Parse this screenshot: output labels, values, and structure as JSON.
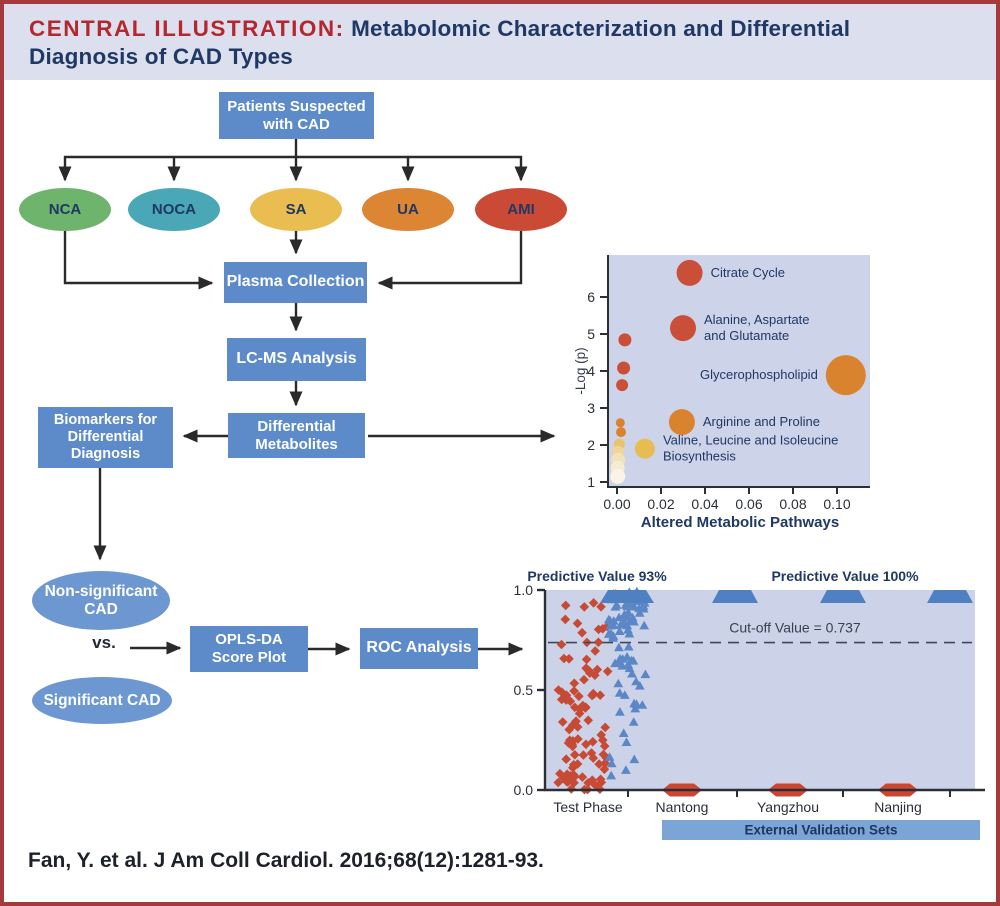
{
  "header": {
    "kicker": "CENTRAL ILLUSTRATION:",
    "title": "Metabolomic Characterization and Differential\nDiagnosis of CAD Types"
  },
  "flowchart": {
    "patients": "Patients Suspected\nwith CAD",
    "branches": [
      {
        "label": "NCA",
        "color": "#6fb46c"
      },
      {
        "label": "NOCA",
        "color": "#4aa7b5"
      },
      {
        "label": "SA",
        "color": "#e9bd4f"
      },
      {
        "label": "UA",
        "color": "#dc8533"
      },
      {
        "label": "AMI",
        "color": "#cb4a36"
      }
    ],
    "plasma": "Plasma Collection",
    "lcms": "LC-MS Analysis",
    "diff_metabolites": "Differential\nMetabolites",
    "biomarkers": "Biomarkers for\nDifferential\nDiagnosis",
    "nonsignificant": "Non-significant\nCAD",
    "vs": "vs.",
    "significant": "Significant CAD",
    "opls": "OPLS-DA\nScore Plot",
    "roc": "ROC Analysis"
  },
  "footer": {
    "citation": "Fan, Y. et al. J Am Coll Cardiol. 2016;68(12):1281-93."
  },
  "colors": {
    "node_blue": "#5d8bc9",
    "ellipse_blue": "#6d97d1",
    "plot_bg": "#cdd4e9",
    "navy": "#1f3864",
    "border_red": "#a43a3c",
    "swarm_red": "#c74a35",
    "swarm_blue": "#5b87c7"
  },
  "chart_data": [
    {
      "type": "scatter",
      "name": "bubble-pathways",
      "xlabel": "Altered Metabolic Pathways",
      "ylabel": "-Log (p)",
      "x_ticks": [
        "0.00",
        "0.02",
        "0.04",
        "0.06",
        "0.08",
        "0.10"
      ],
      "y_ticks": [
        1,
        2,
        3,
        4,
        5,
        6
      ],
      "xlim": [
        -0.004,
        0.115
      ],
      "ylim": [
        0.87,
        7.14
      ],
      "grid": false,
      "bubbles": [
        {
          "x": 0.033,
          "y": 6.65,
          "r": 13,
          "color": "#c94f38",
          "label": "Citrate Cycle",
          "label_side": "right"
        },
        {
          "x": 0.03,
          "y": 5.16,
          "r": 13,
          "color": "#c94f38",
          "label": "Alanine, Aspartate\nand Glutamate",
          "label_side": "right"
        },
        {
          "x": 0.0036,
          "y": 4.84,
          "r": 6.5,
          "color": "#c94f38"
        },
        {
          "x": 0.003,
          "y": 4.08,
          "r": 6.5,
          "color": "#c94f38"
        },
        {
          "x": 0.0023,
          "y": 3.62,
          "r": 6,
          "color": "#c94f38"
        },
        {
          "x": 0.104,
          "y": 3.89,
          "r": 20,
          "color": "#d9832f",
          "label": "Glycerophospholipid",
          "label_side": "left"
        },
        {
          "x": 0.0295,
          "y": 2.62,
          "r": 13,
          "color": "#d9832f",
          "label": "Arginine and Proline",
          "label_side": "right"
        },
        {
          "x": 0.0015,
          "y": 2.6,
          "r": 4.5,
          "color": "#d9832f"
        },
        {
          "x": 0.0018,
          "y": 2.35,
          "r": 5,
          "color": "#d9832f"
        },
        {
          "x": 0.0127,
          "y": 1.9,
          "r": 10,
          "color": "#e7bc53",
          "label": "Valine, Leucine and Isoleucine\nBiosynthesis",
          "label_side": "right"
        },
        {
          "x": 0.001,
          "y": 2.02,
          "r": 5.5,
          "color": "#e8c368"
        },
        {
          "x": 0.0005,
          "y": 1.82,
          "r": 6,
          "color": "#eed59a"
        },
        {
          "x": 0.0005,
          "y": 1.6,
          "r": 7,
          "color": "#f2e2ba"
        },
        {
          "x": 0.0003,
          "y": 1.38,
          "r": 7,
          "color": "#f6ecd3"
        },
        {
          "x": 0.0003,
          "y": 1.15,
          "r": 7.5,
          "color": "#faf4e6"
        }
      ]
    },
    {
      "type": "scatter",
      "name": "roc-validation-swarm",
      "left_title": "Predictive Value 93%",
      "right_title": "Predictive Value 100%",
      "cutoff_value": 0.737,
      "cutoff_label": "Cut-off Value = 0.737",
      "y_ticks": [
        "0.0",
        "0.5",
        "1.0"
      ],
      "ylim": [
        0.0,
        1.0
      ],
      "groups": [
        "Test Phase",
        "Nantong",
        "Yangzhou",
        "Nanjing"
      ],
      "banner": "External Validation Sets",
      "seed": 42,
      "swarms": [
        {
          "group": "Test Phase",
          "marker": "diamond",
          "color": "#c74a35",
          "clusters": [
            {
              "n": 18,
              "y": [
                0.0,
                0.08
              ]
            },
            {
              "n": 66,
              "y": [
                0.05,
                0.66
              ]
            },
            {
              "n": 14,
              "y": [
                0.68,
                0.96
              ]
            }
          ]
        },
        {
          "group": "Test Phase",
          "marker": "triangle",
          "color": "#5b87c7",
          "clusters": [
            {
              "n": 50,
              "y": [
                0.76,
                0.995
              ]
            },
            {
              "n": 32,
              "y": [
                0.05,
                0.74
              ]
            }
          ]
        }
      ],
      "caps": {
        "color": "#4f81c2",
        "value": 1.0,
        "at": [
          "Test Phase",
          "Nantong",
          "Yangzhou",
          "Nanjing"
        ]
      },
      "pills": {
        "color": "#cc4733",
        "value": 0.0,
        "at": [
          "Nantong",
          "Yangzhou",
          "Nanjing"
        ]
      }
    }
  ]
}
